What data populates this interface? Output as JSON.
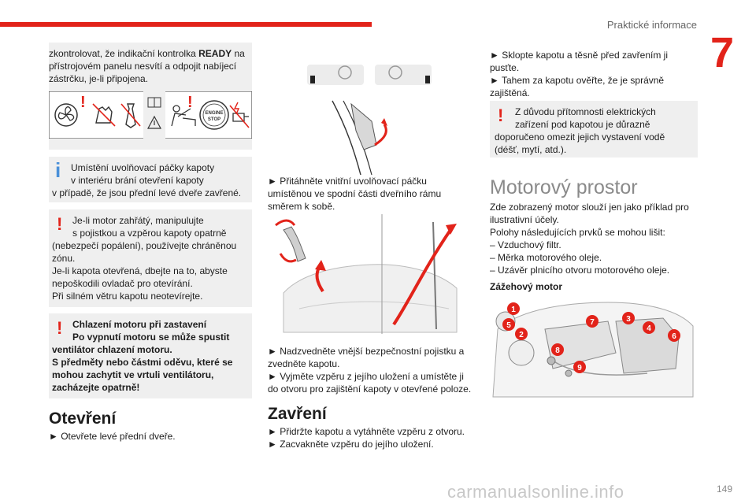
{
  "header": {
    "title": "Praktické informace",
    "chapter": "7"
  },
  "col1": {
    "box1_text_a": "zkontrolovat, že indikační kontrolka ",
    "box1_bold": "READY",
    "box1_text_b": " na přístrojovém panelu nesvítí a odpojit nabíjecí zástrčku, je-li připojena.",
    "engine_stop": "ENGINE STOP",
    "info_text_1": "Umístění uvolňovací páčky kapoty",
    "info_text_2": "v interiéru brání otevření kapoty",
    "info_text_3": "v případě, že jsou přední levé dveře zavřené.",
    "warn1_l1": "Je-li motor zahřátý, manipulujte",
    "warn1_l2": "s pojistkou a vzpěrou kapoty opatrně",
    "warn1_l3": "(nebezpečí popálení), používejte chráněnou zónu.",
    "warn1_l4": "Je-li kapota otevřená, dbejte na to, abyste nepoškodili ovladač pro otevírání.",
    "warn1_l5": "Při silném větru kapotu neotevírejte.",
    "warn2_l1": "Chlazení motoru při zastavení",
    "warn2_l2": "Po vypnutí motoru se může spustit",
    "warn2_l3": "ventilátor chlazení motoru.",
    "warn2_l4": "S předměty nebo částmi oděvu, které se mohou zachytit ve vrtuli ventilátoru, zacházejte opatrně!",
    "open_title": "Otevření",
    "open_step": "► Otevřete levé přední dveře."
  },
  "col2": {
    "step1": "► Přitáhněte vnitřní uvolňovací páčku umístěnou ve spodní části dveřního rámu směrem k sobě.",
    "step2": "► Nadzvedněte vnější bezpečnostní pojistku a zvedněte kapotu.",
    "step3": "► Vyjměte vzpěru z jejího uložení a umístěte ji do otvoru pro zajištění kapoty v otevřené poloze.",
    "close_title": "Zavření",
    "close1": "► Přidržte kapotu a vytáhněte vzpěru z otvoru.",
    "close2": "► Zacvakněte vzpěru do jejího uložení."
  },
  "col3": {
    "step1": "► Sklopte kapotu a těsně před zavřením ji pusťte.",
    "step2": "► Tahem za kapotu ověřte, že je správně zajištěná.",
    "warn_l1": "Z důvodu přítomnosti elektrických",
    "warn_l2": "zařízení pod kapotou je důrazně",
    "warn_l3": "doporučeno omezit jejich vystavení vodě (déšť, mytí, atd.).",
    "section_title": "Motorový prostor",
    "intro1": "Zde zobrazený motor slouží jen jako příklad pro ilustrativní účely.",
    "intro2": "Polohy následujících prvků se mohou lišit:",
    "list": [
      "– Vzduchový filtr.",
      "– Měrka motorového oleje.",
      "– Uzávěr plnicího otvoru motorového oleje."
    ],
    "engine_title": "Zážehový motor",
    "callouts": [
      "1",
      "2",
      "3",
      "4",
      "5",
      "6",
      "7",
      "8",
      "9"
    ]
  },
  "footer": {
    "page": "149",
    "watermark": "carmanualsonline.info"
  }
}
